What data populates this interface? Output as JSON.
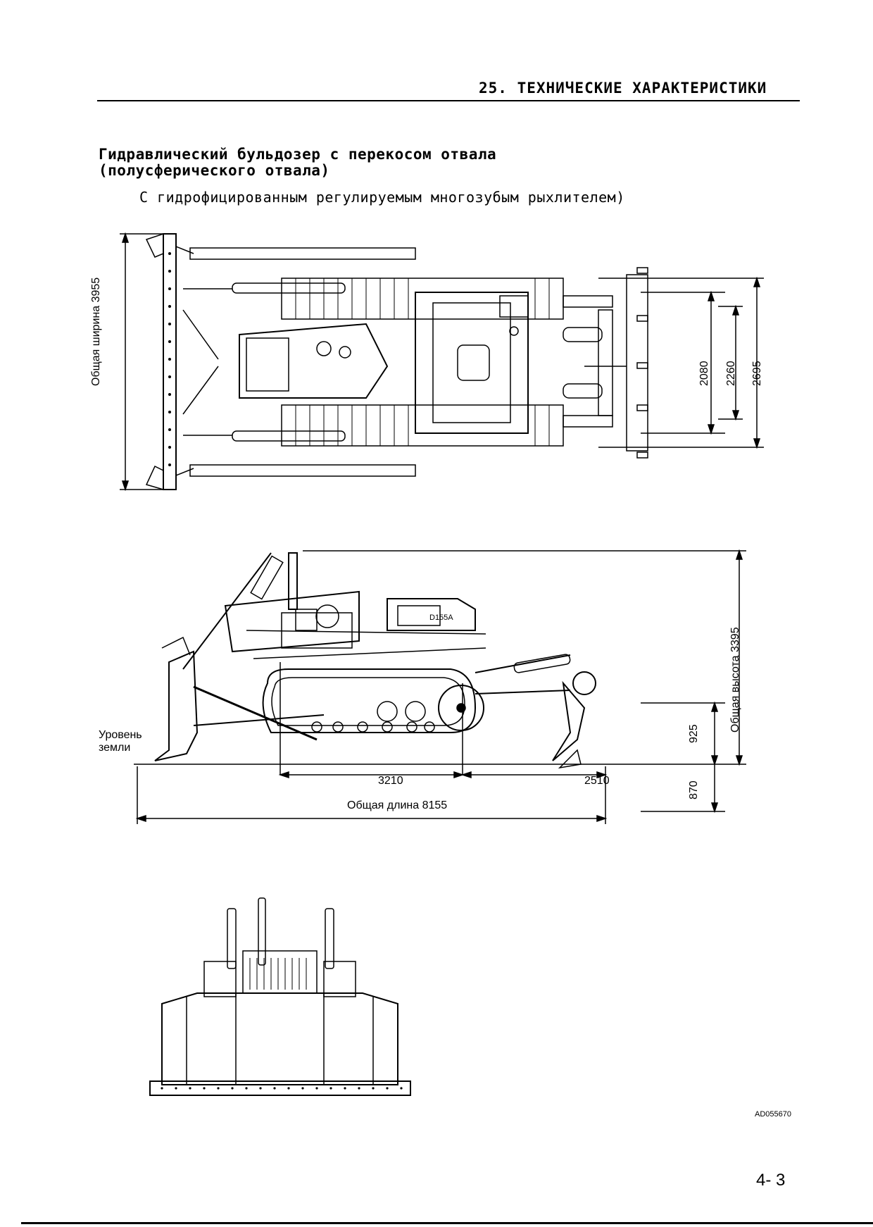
{
  "header": {
    "section_title": "25. ТЕХНИЧЕСКИЕ ХАРАКТЕРИСТИКИ"
  },
  "title": {
    "line1": "Гидравлический бульдозер с перекосом отвала",
    "line2": "(полусферического отвала)",
    "line3": "С гидрофицированным регулируемым многозубым рыхлителем)"
  },
  "top_view": {
    "overall_width_label": "Общая ширина",
    "overall_width_value": "3955",
    "ripper_dim_1": "2080",
    "ripper_dim_2": "2260",
    "ripper_dim_3": "2695"
  },
  "side_view": {
    "overall_height_label": "Общая высота",
    "overall_height_value": "3395",
    "ground_level_line1": "Уровень",
    "ground_level_line2": "земли",
    "ripper_height": "925",
    "ripper_depth": "870",
    "dim_3210": "3210",
    "dim_2510": "2510",
    "overall_length_label": "Общая длина",
    "overall_length_value": "8155",
    "model_plate": "D155A"
  },
  "footer": {
    "ref_code": "AD055670",
    "page_number": "4- 3"
  }
}
